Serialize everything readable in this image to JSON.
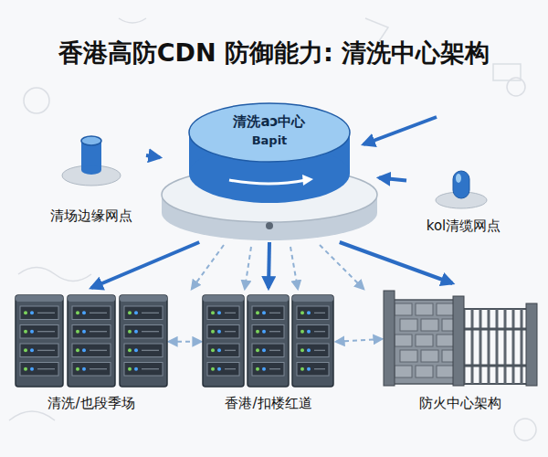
{
  "diagram": {
    "title": "香港高防CDN 防御能力: 清洗中心架构",
    "nodes": [
      {
        "text": [
          "清洗aɔ中心",
          "Bapit"
        ]
      },
      {
        "text": [
          "清场边缘网点"
        ]
      },
      {
        "text": [
          "kol清缆网点"
        ]
      },
      {
        "text": [
          "清洗/也段季场"
        ]
      },
      {
        "text": [
          "香港/扣楼红道"
        ]
      },
      {
        "text": [
          "防火中心架构"
        ]
      }
    ],
    "edges": [
      {
        "from": 1,
        "to": 0,
        "arrow": "to"
      },
      {
        "from": 2,
        "to": 0,
        "arrow": "to"
      },
      {
        "from": 0,
        "to": 3,
        "arrow": "to"
      },
      {
        "from": 0,
        "to": 4,
        "arrow": "to"
      },
      {
        "from": 0,
        "to": 5,
        "arrow": "to"
      },
      {
        "from": 3,
        "to": 4,
        "arrow": "both"
      },
      {
        "from": 4,
        "to": 5,
        "arrow": "both"
      }
    ]
  }
}
